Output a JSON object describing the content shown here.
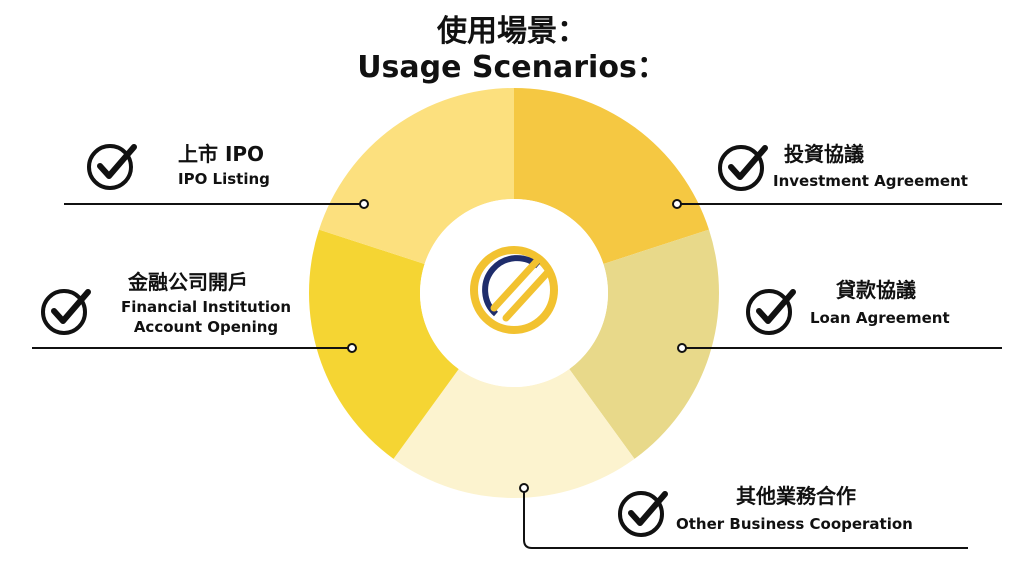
{
  "title_zh": "使用場景：",
  "title_en": "Usage Scenarios：",
  "colors": {
    "seg_top_right": "#F5C842",
    "seg_right": "#E8D98A",
    "seg_bottom": "#FCF3CF",
    "seg_left": "#F5D533",
    "seg_top_left": "#FCE07E",
    "logo_gold": "#F2C230",
    "logo_navy": "#1F2D6B",
    "line": "#111111"
  },
  "scenarios": [
    {
      "zh": "上市 IPO",
      "en": "IPO Listing"
    },
    {
      "zh": "金融公司開戶",
      "en_line1": "Financial Institution",
      "en_line2": "Account Opening"
    },
    {
      "zh": "投資協議",
      "en": "Investment Agreement"
    },
    {
      "zh": "貸款協議",
      "en": "Loan Agreement"
    },
    {
      "zh": "其他業務合作",
      "en": "Other Business Cooperation"
    }
  ],
  "icons": {
    "check": "check-circle-icon",
    "logo": "company-logo"
  }
}
